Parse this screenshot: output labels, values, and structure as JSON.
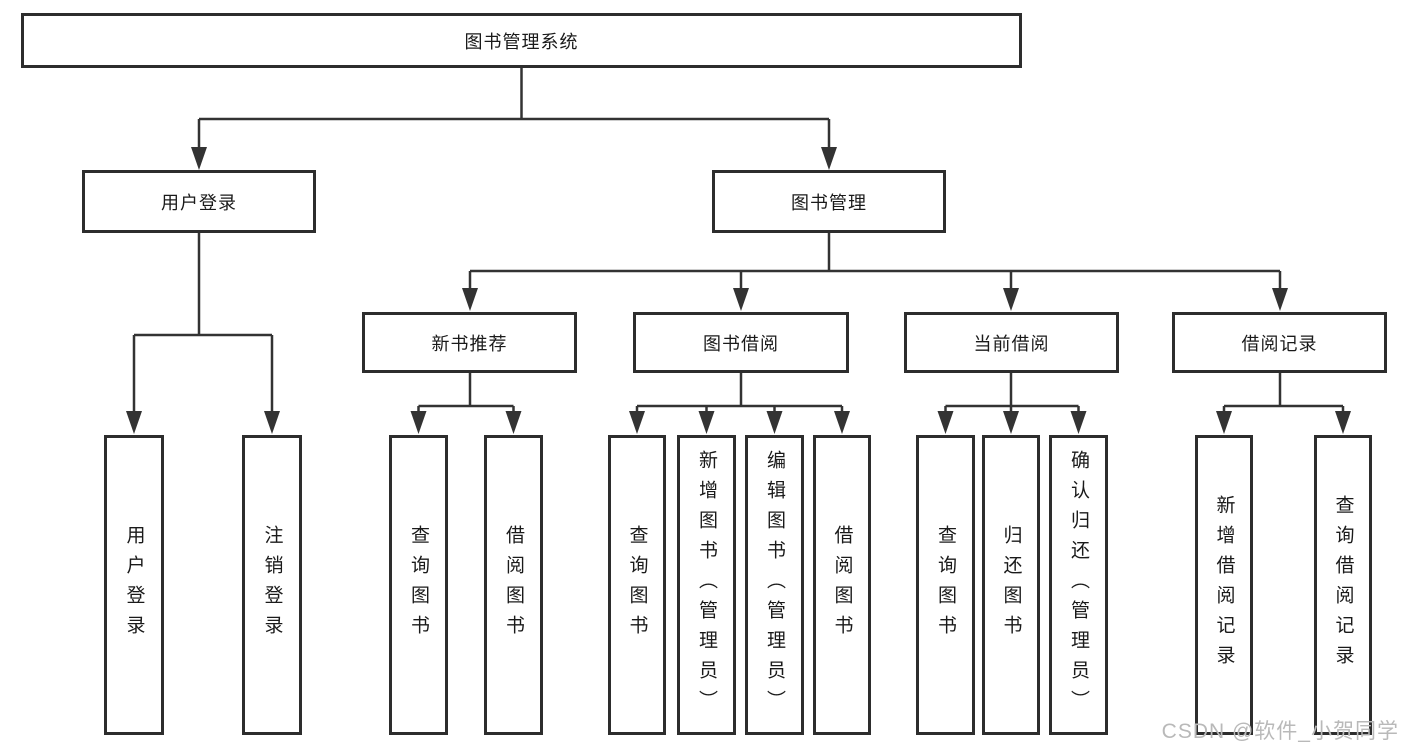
{
  "colors": {
    "line": "#333333",
    "node_border": "#2d2d2d",
    "node_background": "#ffffff",
    "text": "#1a1a1a",
    "watermark": "#b9b9b9",
    "background": "#ffffff"
  },
  "diagram": {
    "root": {
      "label": "图书管理系统"
    },
    "user_login": {
      "label": "用户登录",
      "children": {
        "login": "用户登录",
        "logout": "注销登录"
      }
    },
    "book_mgmt": {
      "label": "图书管理",
      "new_book_rec": {
        "label": "新书推荐",
        "children": {
          "query_book": "查询图书",
          "borrow_book": "借阅图书"
        }
      },
      "book_borrow": {
        "label": "图书借阅",
        "children": {
          "query_book": "查询图书",
          "add_book": "新增图书（管理员）",
          "edit_book": "编辑图书（管理员）",
          "borrow_book": "借阅图书"
        }
      },
      "current_borrow": {
        "label": "当前借阅",
        "children": {
          "query_book": "查询图书",
          "return_book": "归还图书",
          "confirm_return": "确认归还（管理员）"
        }
      },
      "borrow_records": {
        "label": "借阅记录",
        "children": {
          "add_record": "新增借阅记录",
          "query_record": "查询借阅记录"
        }
      }
    }
  },
  "watermark": {
    "text": "CSDN @软件_小贺同学"
  }
}
